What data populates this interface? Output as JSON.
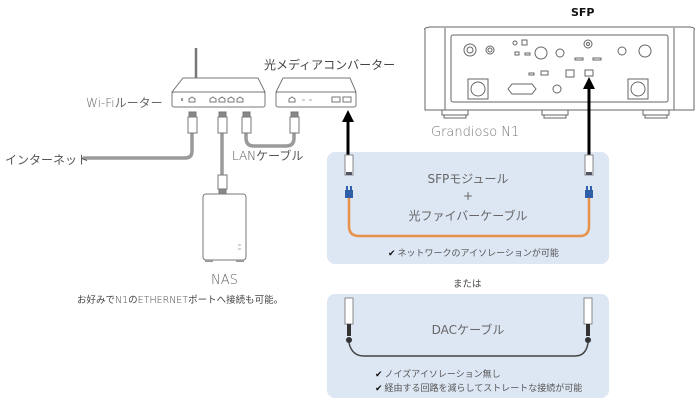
{
  "labels": {
    "sfp_title": "SFP",
    "device_name": "Grandioso N1",
    "wifi_router": "Wi-Fiルーター",
    "media_converter": "光メディアコンバーター",
    "internet": "インターネット",
    "lan_cable": "LANケーブル",
    "nas": "NAS",
    "nas_note": "お好みでN1のETHERNETポートへ接続も可能。",
    "or": "または"
  },
  "option_sfp": {
    "line1": "SFPモジュール",
    "plus": "+",
    "line2": "光ファイバーケーブル",
    "checks": [
      "ネットワークのアイソレーションが可能"
    ]
  },
  "option_dac": {
    "title": "DACケーブル",
    "checks": [
      "ノイズアイソレーション無し",
      "経由する回路を減らしてストレートな接続が可能"
    ]
  },
  "check_glyph": "✔",
  "colors": {
    "panel_bg": "#dde6f3",
    "fiber_cable": "#e8914a",
    "sfp_connector": "#2f5fa8",
    "dac_cable": "#444444",
    "lan_cable": "#9a9a9a",
    "arrow": "#000000"
  }
}
